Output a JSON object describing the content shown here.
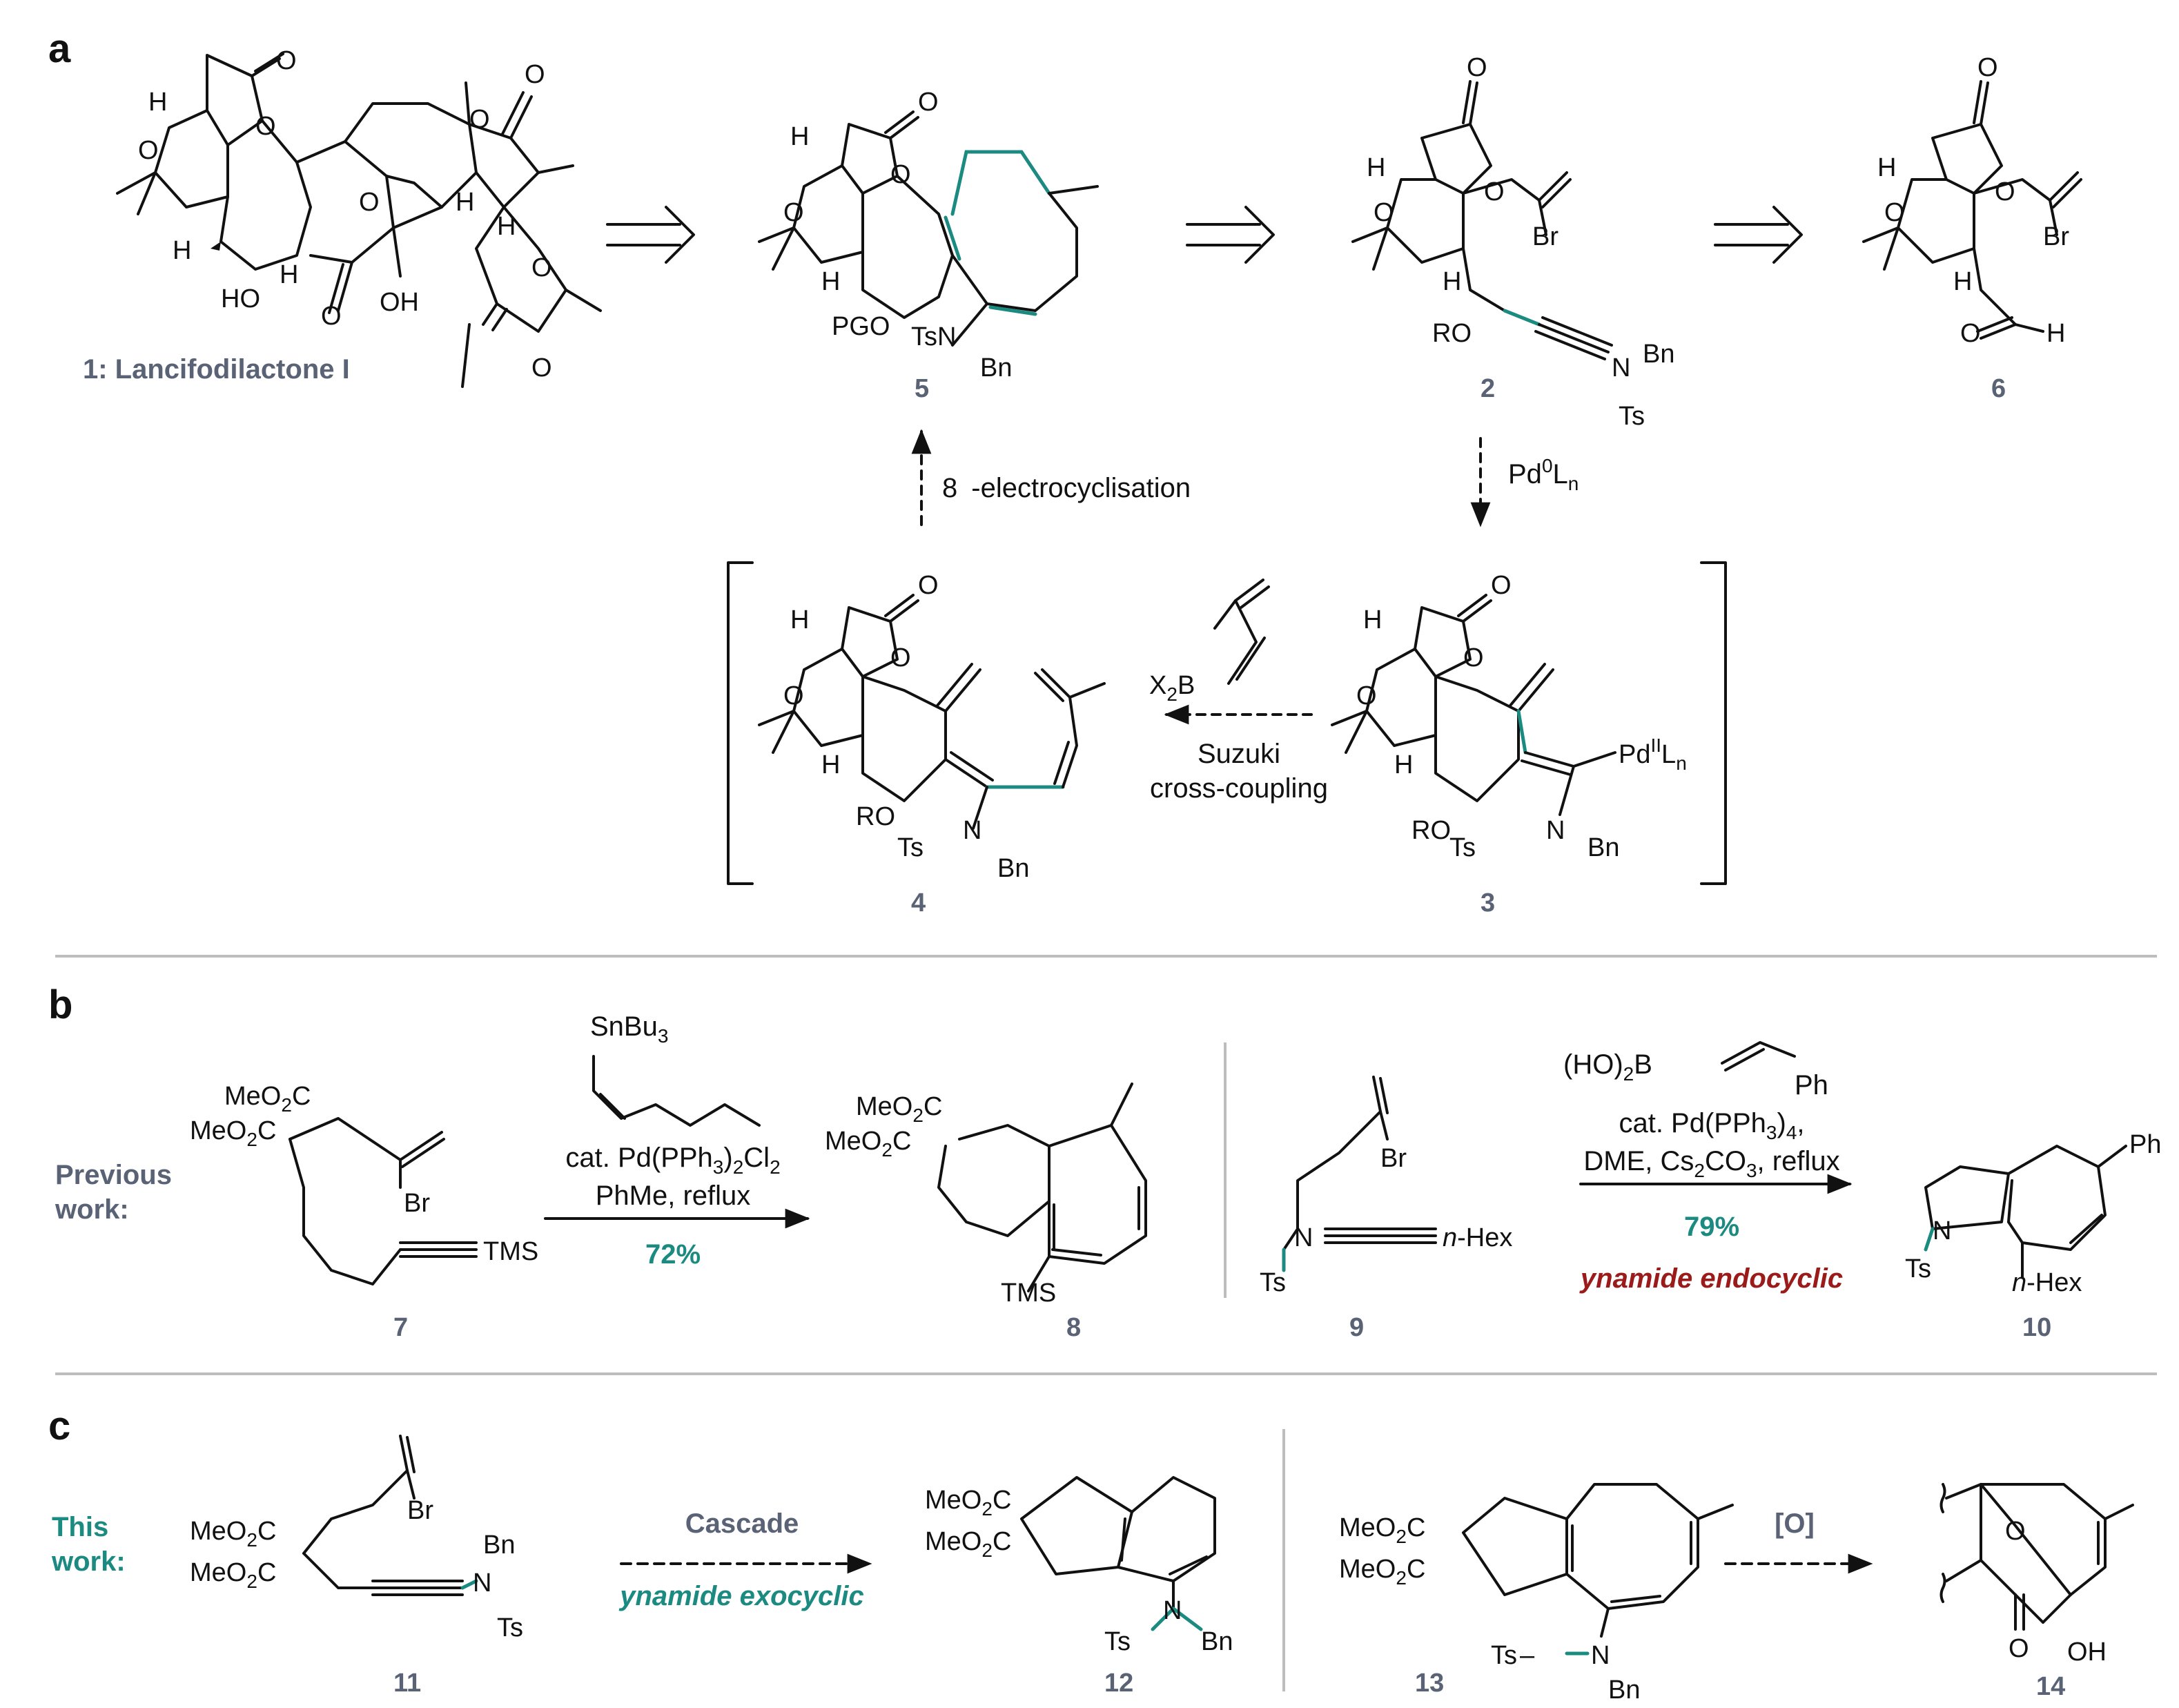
{
  "panels": {
    "a": "a",
    "b": "b",
    "c": "c"
  },
  "colors": {
    "teal": "#1b8a80",
    "red": "#9b1b1b",
    "gray": "#5a6275"
  },
  "panel_a": {
    "compound1_name": "1: Lancifodilactone I",
    "compound5_num": "5",
    "compound2_num": "2",
    "compound6_num": "6",
    "compound4_num": "4",
    "compound3_num": "3",
    "step_electro_n": "8",
    "step_electro": "-electrocyclisation",
    "step_pd_pre": "Pd",
    "step_pd_sup": "0",
    "step_pd_mid": "L",
    "step_pd_sub": "n",
    "step_suzuki_1": "Suzuki",
    "step_suzuki_2": "cross-coupling",
    "labels": {
      "H": "H",
      "O": "O",
      "HO": "HO",
      "OH": "OH",
      "PGO": "PGO",
      "TsN": "TsN",
      "Bn": "Bn",
      "Ts": "Ts",
      "N": "N",
      "RO": "RO",
      "Br": "Br",
      "X2B": "X",
      "X2B_sub": "2",
      "X2B_tail": "B",
      "Pd": "Pd",
      "Pd_sup": "II",
      "Pd_L": "L",
      "Pd_sub": "n"
    }
  },
  "panel_b": {
    "side_label_1": "Previous",
    "side_label_2": "work:",
    "reagent1_top": "SnBu",
    "reagent1_top_sub": "3",
    "cond1_line1_a": "cat. Pd(PPh",
    "cond1_line1_sub1": "3",
    "cond1_line1_b": ")",
    "cond1_line1_sub2": "2",
    "cond1_line1_c": "Cl",
    "cond1_line1_sub3": "2",
    "cond1_line2": "PhMe, reflux",
    "yield1": "72%",
    "reagent2_top_a": "(HO)",
    "reagent2_top_sub": "2",
    "reagent2_top_b": "B",
    "reagent2_ph": "Ph",
    "cond2_line1_a": "cat. Pd(PPh",
    "cond2_line1_sub": "3",
    "cond2_line1_b": ")",
    "cond2_line1_sub2": "4",
    "cond2_line1_c": ",",
    "cond2_line2_a": "DME, Cs",
    "cond2_line2_sub": "2",
    "cond2_line2_b": "CO",
    "cond2_line2_sub2": "3",
    "cond2_line2_c": ", reflux",
    "yield2": "79%",
    "note2": "ynamide endocyclic",
    "compound7_num": "7",
    "compound8_num": "8",
    "compound9_num": "9",
    "compound10_num": "10",
    "labels": {
      "MeO2C": "MeO",
      "MeO2C_sub": "2",
      "MeO2C_tail": "C",
      "Br": "Br",
      "TMS": "TMS",
      "nHex_n": "n",
      "nHex": "-Hex",
      "Ts": "Ts",
      "N": "N",
      "Ph": "Ph"
    }
  },
  "panel_c": {
    "side_label_1": "This",
    "side_label_2": "work:",
    "step_cascade": "Cascade",
    "note_exo": "ynamide exocyclic",
    "step_ox": "[O]",
    "compound11_num": "11",
    "compound12_num": "12",
    "compound13_num": "13",
    "compound14_num": "14",
    "labels": {
      "MeO": "MeO",
      "sub2": "2",
      "C": "C",
      "Br": "Br",
      "Bn": "Bn",
      "N": "N",
      "Ts": "Ts",
      "O": "O",
      "OH": "OH",
      "dash": "–"
    }
  }
}
